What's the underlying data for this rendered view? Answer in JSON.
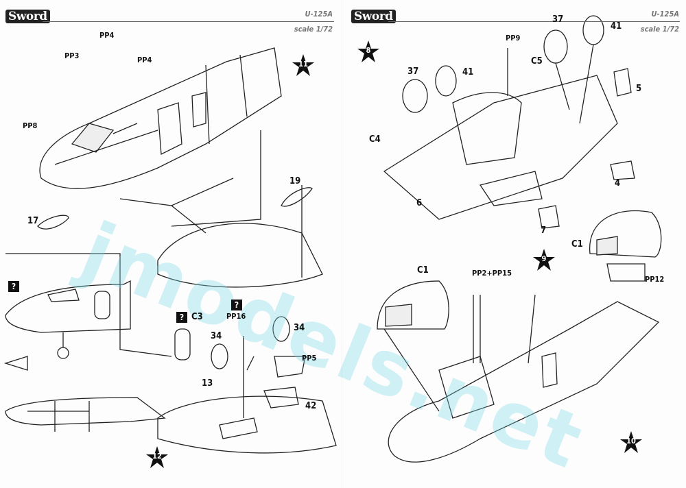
{
  "brand": "Sword",
  "left_page": {
    "model": "U-125A",
    "scale": "scale 1/72",
    "steps": [
      "11",
      "12"
    ],
    "labels": [
      "PP4",
      "PP4",
      "PP3",
      "PP8",
      "17",
      "19",
      "C3",
      "PP16",
      "34",
      "34",
      "13",
      "PP5",
      "42"
    ],
    "question_marks": [
      "?",
      "?",
      "?"
    ]
  },
  "right_page": {
    "model": "U-125A",
    "scale": "scale 1/72",
    "steps": [
      "8",
      "9",
      "10"
    ],
    "labels": [
      "37",
      "41",
      "PP9",
      "C5",
      "37",
      "41",
      "5",
      "C4",
      "4",
      "6",
      "7",
      "C1",
      "C1",
      "PP2+PP15",
      "PP12"
    ]
  },
  "watermark": "jmodels.net"
}
